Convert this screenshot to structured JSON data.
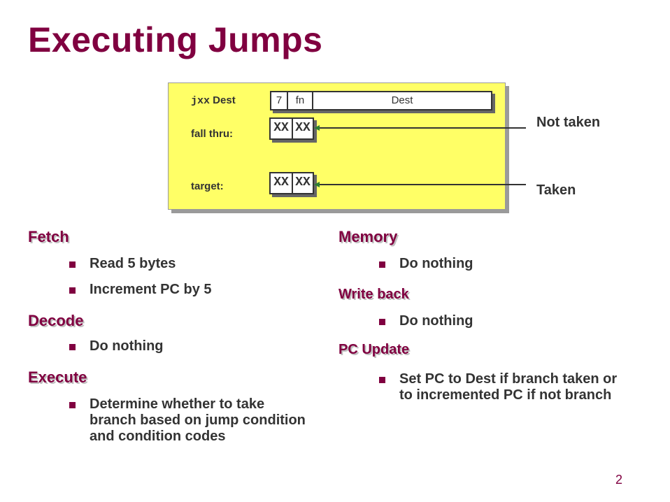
{
  "title": "Executing Jumps",
  "diagram": {
    "labels": {
      "jxx_mono": "jxx",
      "jxx_rest": " Dest",
      "fall_thru": "fall thru:",
      "target": "target:"
    },
    "instruction_cells": [
      "7",
      "fn",
      "Dest"
    ],
    "fall_thru_bytes": [
      "XX",
      "XX"
    ],
    "target_bytes": [
      "XX",
      "XX"
    ],
    "callouts": {
      "not_taken": "Not taken",
      "taken": "Taken"
    }
  },
  "sections": {
    "fetch": {
      "heading": "Fetch",
      "items": [
        "Read 5 bytes",
        "Increment PC by 5"
      ]
    },
    "decode": {
      "heading": "Decode",
      "items": [
        "Do nothing"
      ]
    },
    "execute": {
      "heading": "Execute",
      "items": [
        "Determine whether to take branch based on jump condition and condition codes"
      ]
    },
    "memory": {
      "heading": "Memory",
      "items": [
        "Do nothing"
      ]
    },
    "write_back": {
      "heading": "Write back",
      "items": [
        "Do nothing"
      ]
    },
    "pc_update": {
      "heading": "PC Update",
      "items": [
        "Set PC to Dest if branch taken or to incremented PC if not branch"
      ]
    }
  },
  "page_number": "2",
  "colors": {
    "accent": "#800040",
    "panel": "#ffff66",
    "text": "#333333",
    "arrow": "#2e7d32"
  }
}
